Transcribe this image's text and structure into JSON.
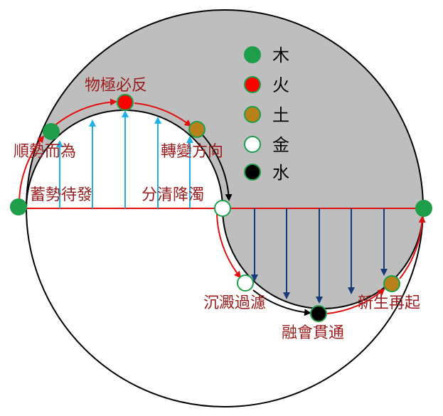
{
  "legend": [
    {
      "label": "木",
      "color": "#1e9e4a",
      "stroke": "#1e9e4a"
    },
    {
      "label": "火",
      "color": "#ff0000",
      "stroke": "#1e9e4a"
    },
    {
      "label": "土",
      "color": "#b8811a",
      "stroke": "#1e9e4a"
    },
    {
      "label": "金",
      "color": "#ffffff",
      "stroke": "#1e9e4a"
    },
    {
      "label": "水",
      "color": "#000000",
      "stroke": "#1e9e4a"
    }
  ],
  "stages": {
    "accumulate": "蓄勢待發",
    "follow": "順勢而為",
    "extreme": "物極必反",
    "transform": "轉變方向",
    "separate": "分清降濁",
    "settle": "沉澱過濾",
    "integrate": "融會貫通",
    "rebirth": "新生再起"
  },
  "colors": {
    "shade": "#bebebe",
    "label": "#9b1c1c",
    "path": "#e01010",
    "up_arrow": "#1fb2e6",
    "down_arrow": "#173a7a"
  }
}
